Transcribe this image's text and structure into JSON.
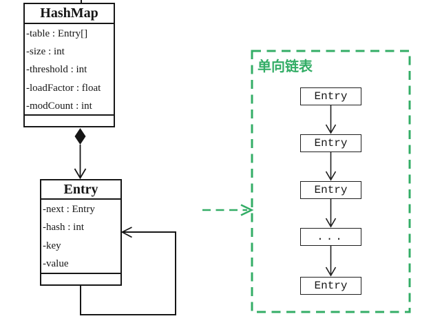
{
  "hashmap_class": {
    "title": "HashMap",
    "attributes": [
      "-table : Entry[]",
      "-size : int",
      "-threshold : int",
      "-loadFactor : float",
      "-modCount : int"
    ]
  },
  "entry_class": {
    "title": "Entry",
    "attributes": [
      "-next : Entry",
      "-hash : int",
      "-key",
      "-value"
    ]
  },
  "linked_list_group": {
    "label": "单向链表",
    "nodes": [
      "Entry",
      "Entry",
      "Entry",
      "...",
      "Entry"
    ]
  },
  "connectors": {
    "hashmap_to_entry": "composition (filled diamond at HashMap, open arrow at Entry)",
    "entry_self_reference": "open arrow looping from Entry bottom back into Entry right side",
    "entry_to_linked_list": "green dashed arrow pointing at linked-list group"
  },
  "colors": {
    "line_color": "#161616",
    "accent_green": "#33ad66",
    "background": "#ffffff"
  }
}
